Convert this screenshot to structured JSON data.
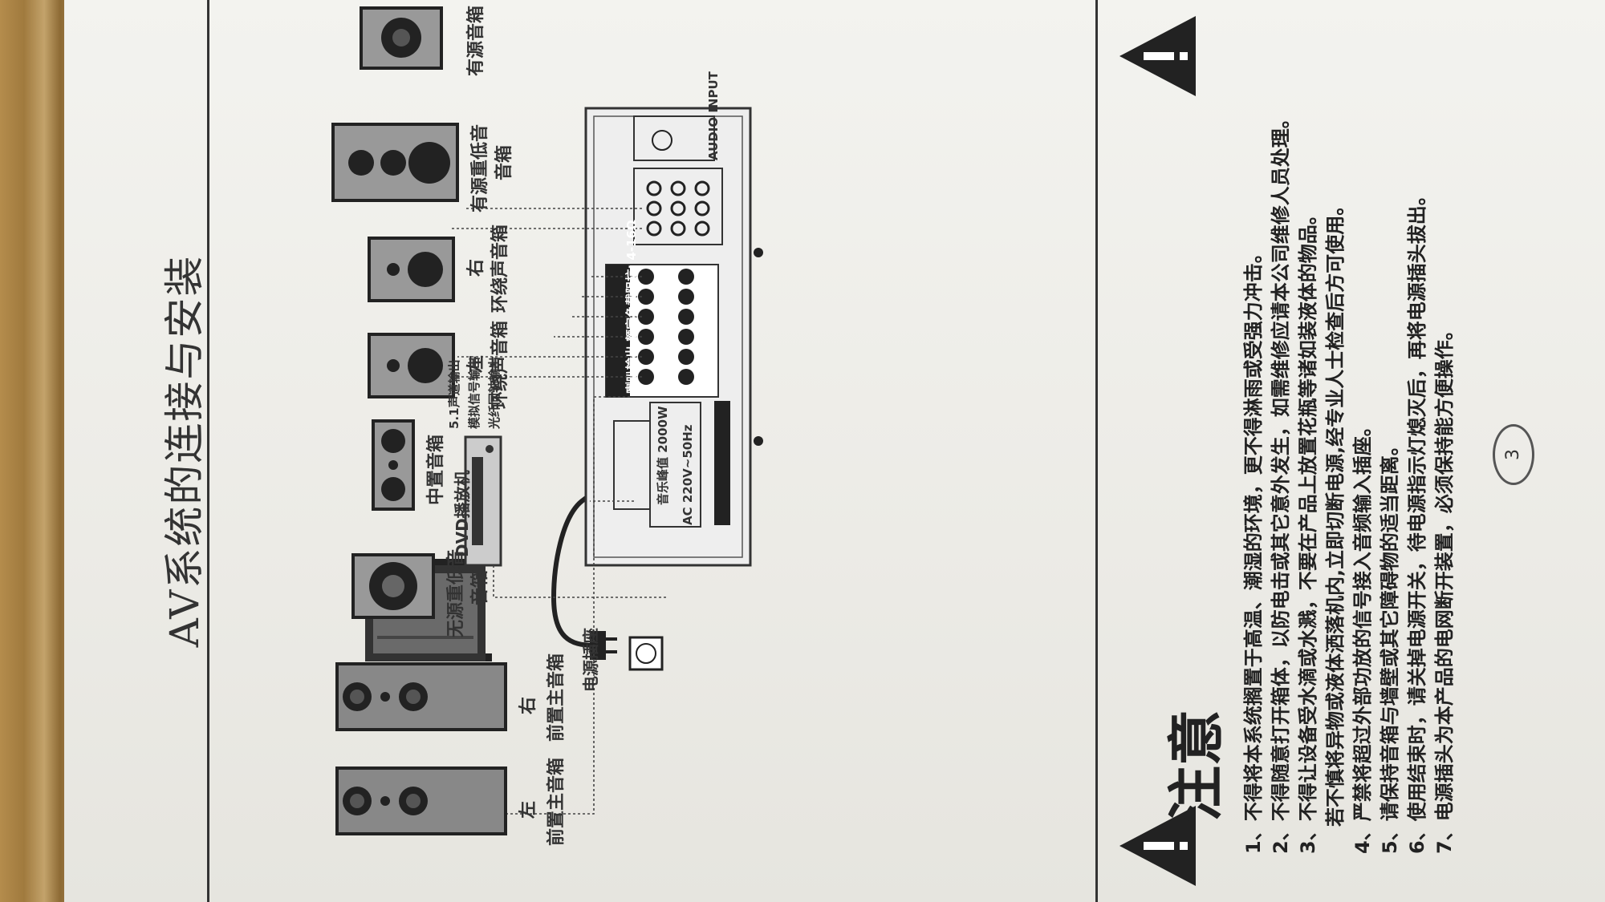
{
  "title": "AV系统的连接与安装",
  "labels": {
    "power_socket": "电源插座",
    "dvd_player": "DVD播放机",
    "out_51": "5.1声道输出",
    "out_analog": "模拟信号输出",
    "out_optical": "光纤同轴输出",
    "amp_panel_header": "喇叭输出 额定负载阻抗: 4-16Ω",
    "audio_input": "AUDIO INPUT",
    "rated_power": "音乐峰值 2000W",
    "voltage": "AC 220V~50Hz"
  },
  "speakers": {
    "front_left": "左",
    "front_left_sub": "前置主音箱",
    "front_right": "右",
    "front_right_sub": "前置主音箱",
    "passive_sub_line1": "无源重低音",
    "passive_sub_line2": "音箱",
    "center": "中置音箱",
    "surround_left": "左",
    "surround_left_sub": "环绕声音箱",
    "surround_right": "右",
    "surround_right_sub": "环绕声音箱",
    "active_sub_line1": "有源重低音",
    "active_sub_line2": "音箱",
    "active_speaker": "有源音箱"
  },
  "warning": {
    "heading": "注意",
    "items": [
      "1、不得将本系统搁置于高温、潮湿的环境，更不得淋雨或受强力冲击。",
      "2、不得随意打开箱体，以防电击或其它意外发生，如需维修应请本公司维修人员处理。",
      "3、不得让设备受水滴或水溅，不要在产品上放置花瓶等诸如装液体的物品。",
      "若不慎将异物或液体洒落机内,立即切断电源,经专业人士检查后方可使用。",
      "4、严禁将超过外部功放的信号接入音频输入插座。",
      "5、请保持音箱与墙壁或其它障碍物的适当距离。",
      "6、使用结束时，请关掉电源开关，待电源指示灯熄灭后，再将电源插头拔出。",
      "7、电源插头为本产品的电网断开装置，必须保持能方便操作。"
    ]
  },
  "page_number": "3"
}
